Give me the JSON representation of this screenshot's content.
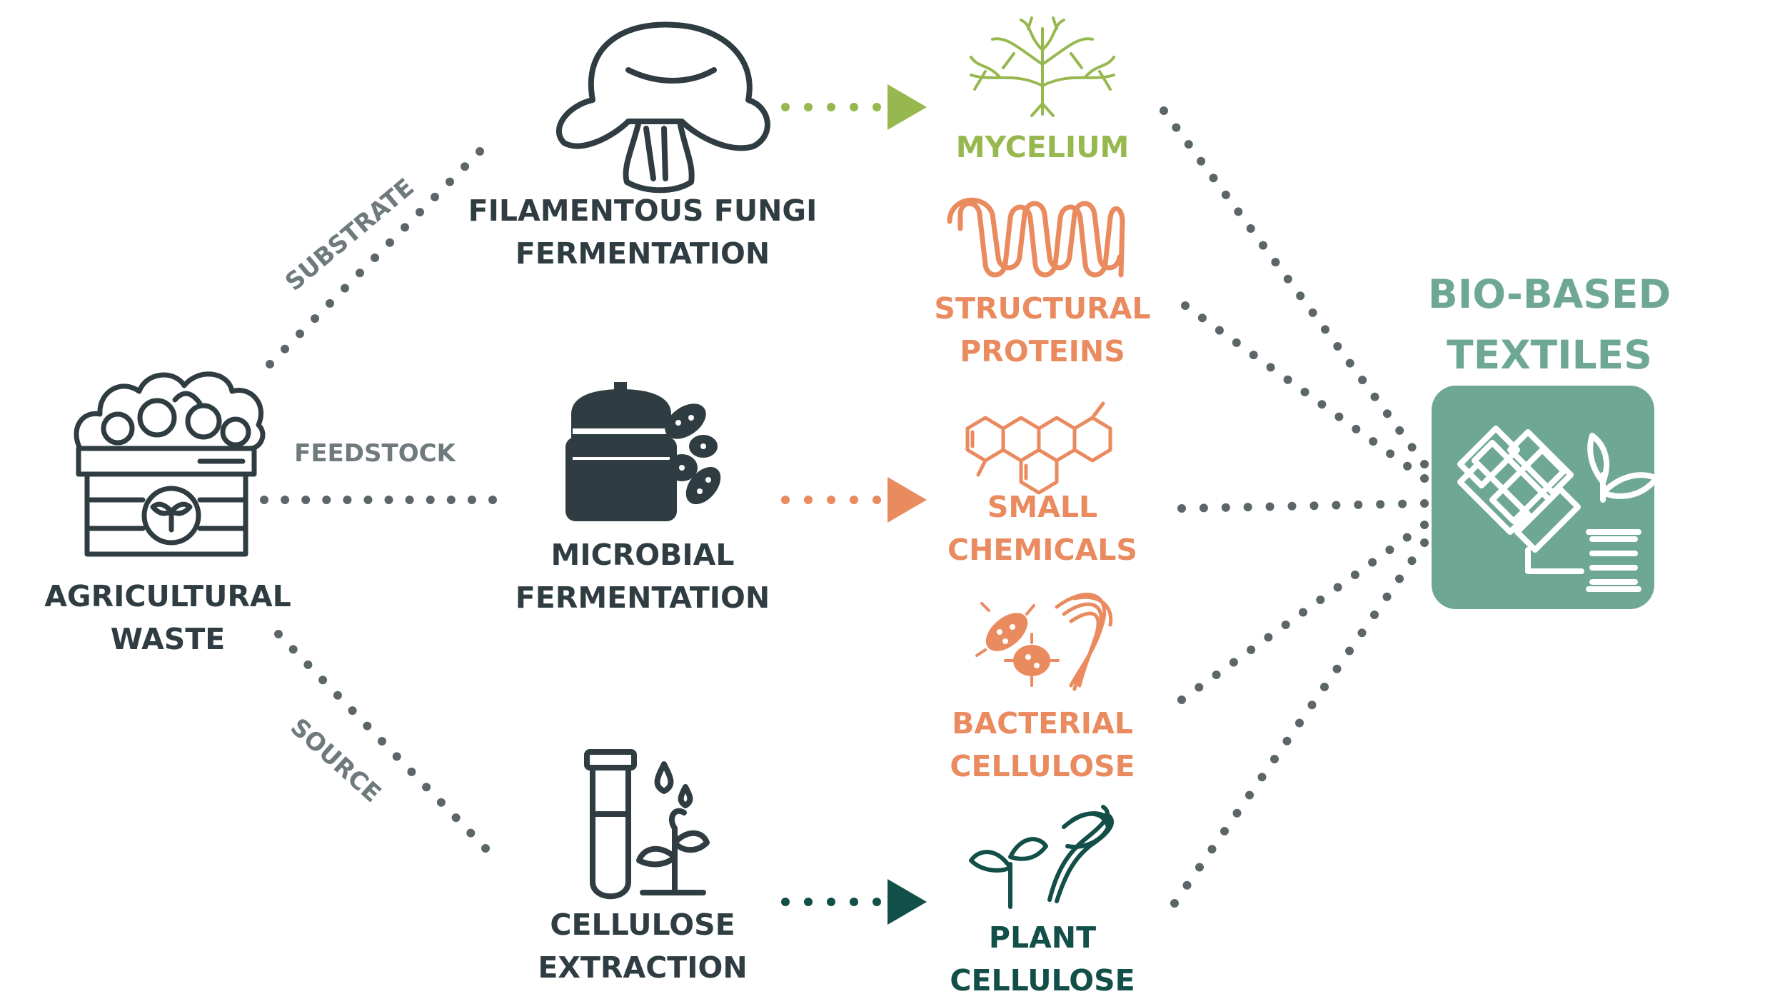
{
  "colors": {
    "dark": "#2f3d42",
    "gray": "#6f7a7d",
    "dots": "#5c6668",
    "mycelium": "#97b84e",
    "orange": "#ea8a5f",
    "teal": "#124f48",
    "final": "#6fa795"
  },
  "source": {
    "label_line1": "AGRICULTURAL",
    "label_line2": "WASTE",
    "icon": "vegetable-crate-icon"
  },
  "paths": {
    "top": "SUBSTRATE",
    "middle": "FEEDSTOCK",
    "bottom": "SOURCE"
  },
  "processes": [
    {
      "line1": "FILAMENTOUS FUNGI",
      "line2": "FERMENTATION",
      "icon": "mushroom-icon"
    },
    {
      "line1": "MICROBIAL",
      "line2": "FERMENTATION",
      "icon": "bioreactor-bacteria-icon"
    },
    {
      "line1": "CELLULOSE",
      "line2": "EXTRACTION",
      "icon": "test-tube-plant-icon"
    }
  ],
  "products": [
    {
      "line1": "MYCELIUM",
      "line2": "",
      "icon": "mycelium-icon"
    },
    {
      "line1": "STRUCTURAL",
      "line2": "PROTEINS",
      "icon": "protein-helix-icon"
    },
    {
      "line1": "SMALL",
      "line2": "CHEMICALS",
      "icon": "chemical-structure-icon"
    },
    {
      "line1": "BACTERIAL",
      "line2": "CELLULOSE",
      "icon": "bacteria-fiber-icon"
    },
    {
      "line1": "PLANT",
      "line2": "CELLULOSE",
      "icon": "plant-fiber-icon"
    }
  ],
  "target": {
    "line1": "BIO-BASED",
    "line2": "TEXTILES",
    "icon": "woven-textile-leaf-icon"
  }
}
